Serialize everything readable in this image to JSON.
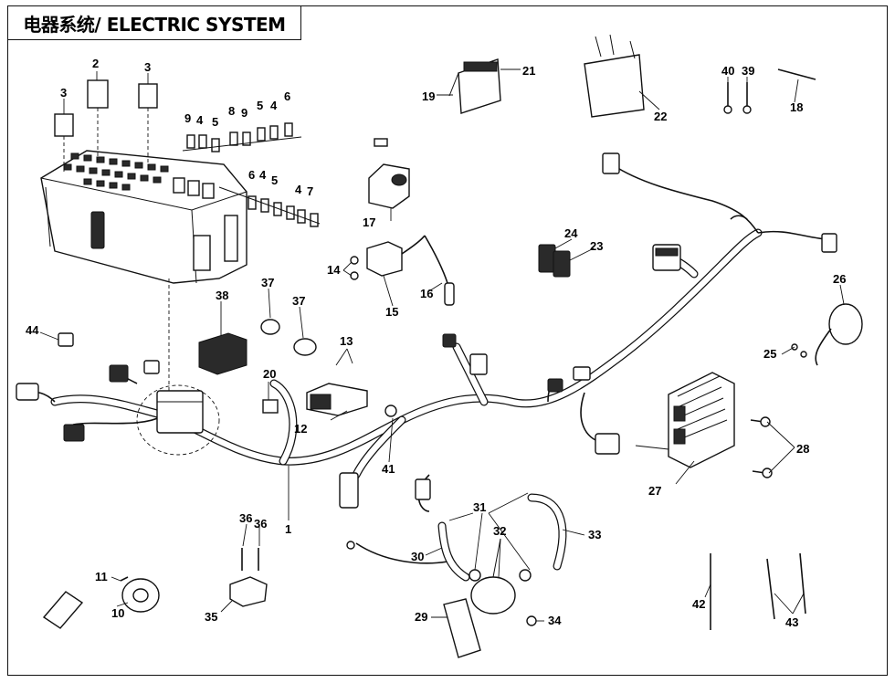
{
  "title": "电器系统/ ELECTRIC SYSTEM",
  "callouts": [
    {
      "id": "c1",
      "label": "1"
    },
    {
      "id": "c2",
      "label": "2"
    },
    {
      "id": "c3a",
      "label": "3"
    },
    {
      "id": "c3b",
      "label": "3"
    },
    {
      "id": "c4a",
      "label": "4"
    },
    {
      "id": "c4b",
      "label": "4"
    },
    {
      "id": "c4c",
      "label": "4"
    },
    {
      "id": "c4d",
      "label": "4"
    },
    {
      "id": "c5a",
      "label": "5"
    },
    {
      "id": "c5b",
      "label": "5"
    },
    {
      "id": "c5c",
      "label": "5"
    },
    {
      "id": "c6a",
      "label": "6"
    },
    {
      "id": "c6b",
      "label": "6"
    },
    {
      "id": "c7",
      "label": "7"
    },
    {
      "id": "c8",
      "label": "8"
    },
    {
      "id": "c9a",
      "label": "9"
    },
    {
      "id": "c9b",
      "label": "9"
    },
    {
      "id": "c10",
      "label": "10"
    },
    {
      "id": "c11",
      "label": "11"
    },
    {
      "id": "c12",
      "label": "12"
    },
    {
      "id": "c13",
      "label": "13"
    },
    {
      "id": "c14",
      "label": "14"
    },
    {
      "id": "c15",
      "label": "15"
    },
    {
      "id": "c16",
      "label": "16"
    },
    {
      "id": "c17",
      "label": "17"
    },
    {
      "id": "c18",
      "label": "18"
    },
    {
      "id": "c19",
      "label": "19"
    },
    {
      "id": "c20",
      "label": "20"
    },
    {
      "id": "c21",
      "label": "21"
    },
    {
      "id": "c22",
      "label": "22"
    },
    {
      "id": "c23",
      "label": "23"
    },
    {
      "id": "c24",
      "label": "24"
    },
    {
      "id": "c25",
      "label": "25"
    },
    {
      "id": "c26",
      "label": "26"
    },
    {
      "id": "c27",
      "label": "27"
    },
    {
      "id": "c28",
      "label": "28"
    },
    {
      "id": "c29",
      "label": "29"
    },
    {
      "id": "c30",
      "label": "30"
    },
    {
      "id": "c31",
      "label": "31"
    },
    {
      "id": "c32",
      "label": "32"
    },
    {
      "id": "c33",
      "label": "33"
    },
    {
      "id": "c34",
      "label": "34"
    },
    {
      "id": "c35",
      "label": "35"
    },
    {
      "id": "c36a",
      "label": "36"
    },
    {
      "id": "c36b",
      "label": "36"
    },
    {
      "id": "c37a",
      "label": "37"
    },
    {
      "id": "c37b",
      "label": "37"
    },
    {
      "id": "c38",
      "label": "38"
    },
    {
      "id": "c39",
      "label": "39"
    },
    {
      "id": "c40",
      "label": "40"
    },
    {
      "id": "c41",
      "label": "41"
    },
    {
      "id": "c42",
      "label": "42"
    },
    {
      "id": "c43",
      "label": "43"
    },
    {
      "id": "c44",
      "label": "44"
    }
  ]
}
